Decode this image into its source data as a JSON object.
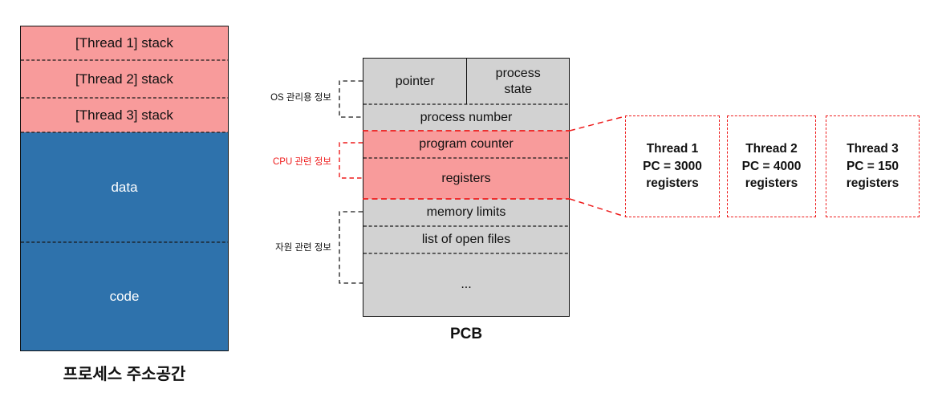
{
  "address_space": {
    "caption": "프로세스 주소공간",
    "sections": [
      {
        "label": "[Thread 1] stack"
      },
      {
        "label": "[Thread 2] stack"
      },
      {
        "label": "[Thread 3] stack"
      },
      {
        "label": "data"
      },
      {
        "label": "code"
      }
    ]
  },
  "pcb": {
    "caption": "PCB",
    "cells": {
      "pointer": "pointer",
      "process_state": "process state",
      "process_number": "process number",
      "program_counter": "program counter",
      "registers": "registers",
      "memory_limits": "memory limits",
      "list_of_open_files": "list of open files",
      "ellipsis": "..."
    },
    "annotations": {
      "os": "OS 관리용 정보",
      "cpu": "CPU 관련 정보",
      "resource": "자원 관련 정보"
    }
  },
  "threads": [
    {
      "name": "Thread 1",
      "pc": "PC = 3000",
      "registers": "registers"
    },
    {
      "name": "Thread 2",
      "pc": "PC = 4000",
      "registers": "registers"
    },
    {
      "name": "Thread 3",
      "pc": "PC = 150",
      "registers": "registers"
    }
  ],
  "colors": {
    "stack_pink": "#F89B9B",
    "data_code_blue": "#2E72AC",
    "pcb_gray": "#D2D2D2",
    "highlight_red": "#EE1C1C",
    "line_black": "#111111"
  }
}
